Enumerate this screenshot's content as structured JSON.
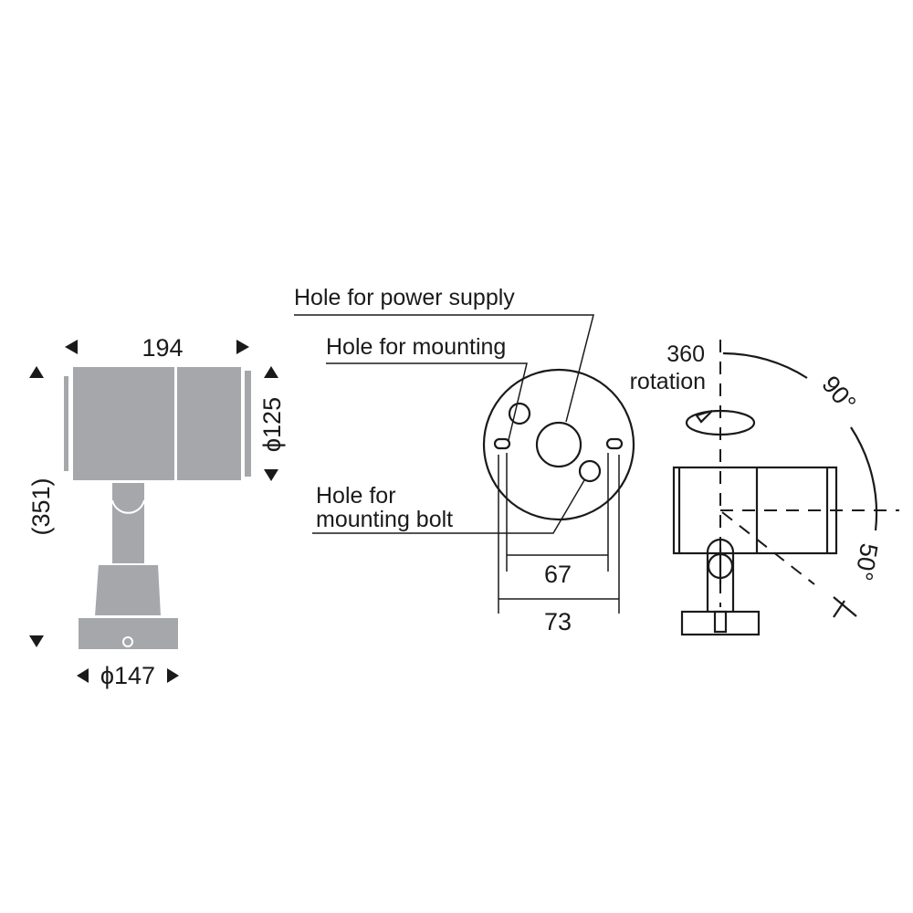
{
  "side_view": {
    "width_dim": "194",
    "height_dim": "(351)",
    "head_diameter_dim": "ϕ125",
    "base_diameter_dim": "ϕ147"
  },
  "base_plate_view": {
    "label_power": "Hole for power supply",
    "label_mounting": "Hole for mounting",
    "label_bolt_line1": "Hole for",
    "label_bolt_line2": "mounting bolt",
    "dim_inner": "67",
    "dim_outer": "73"
  },
  "rotation_view": {
    "rotation_line1": "360",
    "rotation_line2": "rotation",
    "tilt_up": "90°",
    "tilt_down": "50°"
  }
}
